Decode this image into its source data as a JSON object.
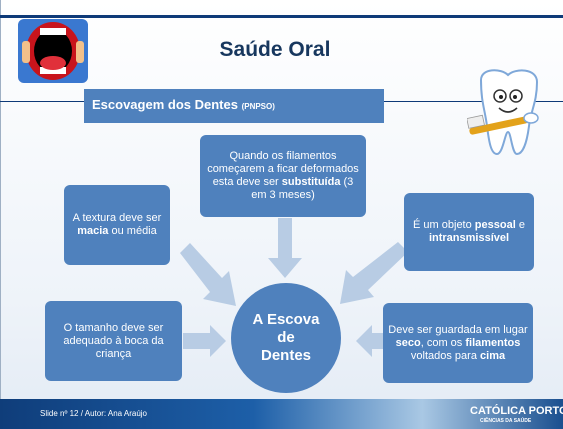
{
  "slide": {
    "title": "Saúde Oral",
    "subtitle": {
      "main": "Escovagem dos Dentes ",
      "tag": "(PNPSO)"
    },
    "center": [
      "A Escova",
      "de",
      "Dentes"
    ],
    "boxes": {
      "top": [
        {
          "text": "Quando os filamentos começarem a ficar deformados esta deve ser ",
          "bold": false
        },
        {
          "text": "substituída",
          "bold": true
        },
        {
          "text": " (3 em 3 meses)",
          "bold": false
        }
      ],
      "left_upper": [
        {
          "text": "A textura deve ser ",
          "bold": false
        },
        {
          "text": "macia",
          "bold": true
        },
        {
          "text": " ou média",
          "bold": false
        }
      ],
      "left_lower": [
        {
          "text": "O tamanho deve ser adequado à boca da criança",
          "bold": false
        }
      ],
      "right_upper": [
        {
          "text": "É um objeto ",
          "bold": false
        },
        {
          "text": "pessoal",
          "bold": true
        },
        {
          "text": " e ",
          "bold": false
        },
        {
          "text": "intransmissível",
          "bold": true
        }
      ],
      "right_lower": [
        {
          "text": "Deve ser guardada em lugar ",
          "bold": false
        },
        {
          "text": "seco",
          "bold": true
        },
        {
          "text": ", com os ",
          "bold": false
        },
        {
          "text": "filamentos",
          "bold": true
        },
        {
          "text": " voltados para ",
          "bold": false
        },
        {
          "text": "cima",
          "bold": true
        }
      ]
    },
    "footer": {
      "text": "Slide nº 12 / Autor: Ana Araújo",
      "brand": "CATÓLICA PORTO",
      "brand_sub": "CIÊNCIAS DA SAÚDE"
    },
    "icons": [
      "mouth-logo-icon",
      "tooth-brush-icon"
    ],
    "colors": {
      "box": "#4f81bd",
      "title": "#17375e",
      "arrow": "#b8cce4",
      "rule": "#0e3a78"
    }
  }
}
